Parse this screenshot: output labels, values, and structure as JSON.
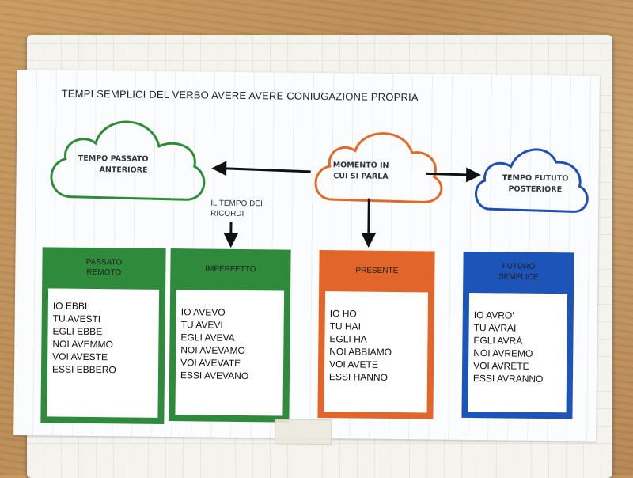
{
  "title": "TEMPI SEMPLICI DEL VERBO AVERE  AVERE  CONIUGAZIONE PROPRIA",
  "clouds": {
    "past": {
      "line1": "TEMPO PASSATO",
      "line2": "ANTERIORE",
      "color": "#2e8b3a"
    },
    "present": {
      "line1": "MOMENTO IN",
      "line2": "CUI SI PARLA",
      "color": "#e06a2c"
    },
    "future": {
      "line1": "TEMPO FUTUTO",
      "line2": "POSTERIORE",
      "color": "#1f4fb0"
    }
  },
  "memory_note": {
    "line1": "IL TEMPO DEI",
    "line2": "RICORDI"
  },
  "boxes": [
    {
      "line1": "PASSATO",
      "line2": "REMOTO",
      "color": "#2f8a3b",
      "rows": [
        "IO    EBBI",
        "TU AVESTI",
        "EGLI  EBBE",
        "NOI  AVEMMO",
        "VOI    AVESTE",
        "ESSI  EBBERO"
      ]
    },
    {
      "line1": "IMPERFETTO",
      "line2": "",
      "color": "#2f8a3b",
      "rows": [
        "IO AVEVO",
        "TU    AVEVI",
        "EGLI  AVEVA",
        "NOI   AVEVAMO",
        "VOI AVEVATE",
        "ESSI AVEVANO"
      ]
    },
    {
      "line1": "PRESENTE",
      "line2": "",
      "color": "#e2652a",
      "rows": [
        "IO    HO",
        "TU HAI",
        "EGLI  HA",
        "NOI  ABBIAMO",
        "VOI AVETE",
        "ESSI HANNO"
      ]
    },
    {
      "line1": "FUTURO",
      "line2": "SEMPLICE",
      "color": "#1d54b8",
      "rows": [
        "IO    AVRO'",
        "TU AVRAI",
        "EGLI  AVRÀ",
        "NOI  AVREMO",
        "VOI    AVRETE",
        "ESSI AVRANNO"
      ]
    }
  ]
}
